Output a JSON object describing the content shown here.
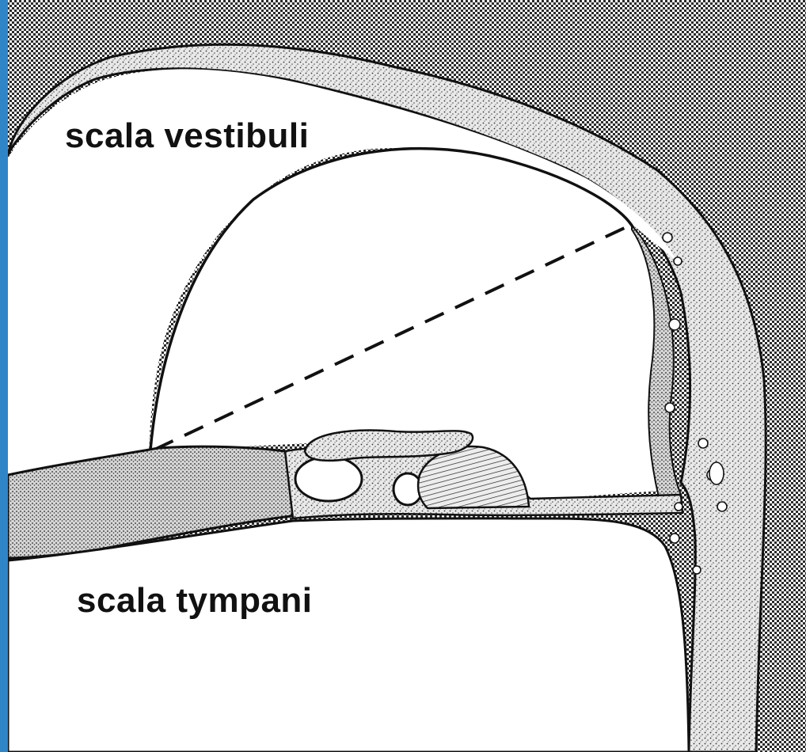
{
  "labels": {
    "scala_vestibuli": "scala vestibuli",
    "scala_tympani": "scala tympani"
  },
  "colors": {
    "frame": "#2f86c6",
    "background_pattern_dot": "#2a2a2a",
    "outline": "#111111",
    "membrane_fill": "#ffffff"
  },
  "structures": [
    "scala-vestibuli",
    "scala-media",
    "scala-tympani",
    "reissners-membrane",
    "basilar-membrane",
    "tectorial-membrane",
    "organ-of-corti",
    "spiral-ligament",
    "osseous-spiral-lamina"
  ]
}
